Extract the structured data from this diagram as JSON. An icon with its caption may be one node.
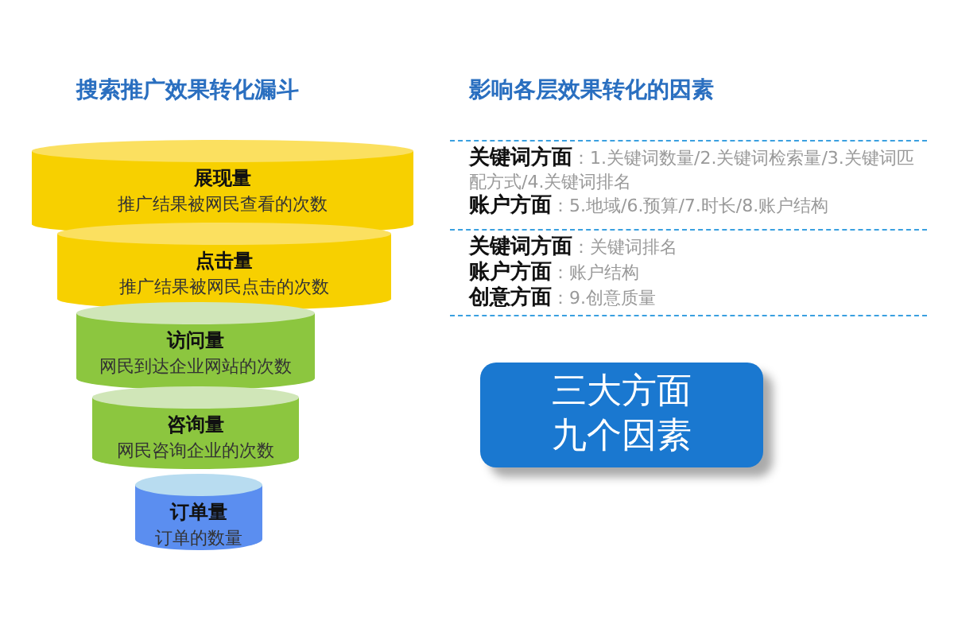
{
  "diagram": {
    "nodes": [
      {
        "text": [
          "展现量",
          "推广结果被网民查看的次数"
        ]
      },
      {
        "text": [
          "点击量",
          "推广结果被网民点击的次数"
        ]
      },
      {
        "text": [
          "访问量",
          "网民到达企业网站的次数"
        ]
      },
      {
        "text": [
          "咨询量",
          "网民咨询企业的次数"
        ]
      },
      {
        "text": [
          "订单量",
          "订单的数量"
        ]
      },
      {
        "text": [
          "三大方面九个因素"
        ]
      }
    ],
    "edges": [],
    "labels": [
      "搜索推广效果转化漏斗",
      "影响各层效果转化的因素",
      "**关键词方面**：1.关键词数量/2.关键词检索量/3.关键词匹配方式/4.关键词排名",
      "**账户方面**：5.地域/6.预算/7.时长/8.账户结构",
      "**关键词方面**：关键词排名",
      "**账户方面**：账户结构",
      "**创意方面**：9.创意质量"
    ]
  }
}
